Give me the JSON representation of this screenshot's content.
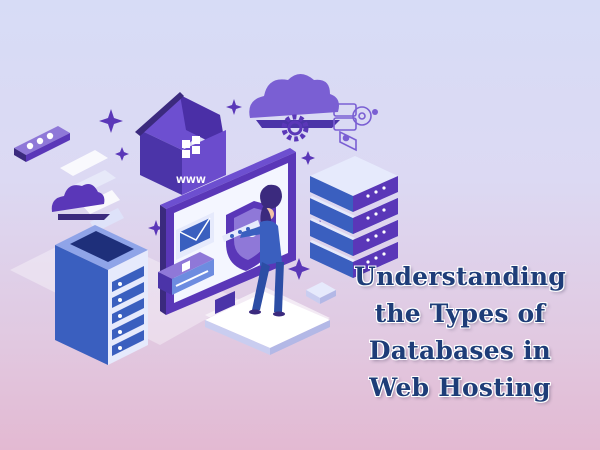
{
  "headline": {
    "line1": "Understanding",
    "line2": "the Types of",
    "line3": "Databases in",
    "line4": "Web Hosting"
  },
  "house_label": "WWW",
  "colors": {
    "primary_purple": "#5a37b8",
    "light_purple": "#8f78d8",
    "blue": "#3a5fbf",
    "light_blue": "#6d8ce0",
    "headline_text": "#1e3d78"
  },
  "icons": [
    "house-icon",
    "cloud-icon",
    "gear-icon",
    "server-rack-icon",
    "monitor-icon",
    "shield-icon",
    "envelope-icon",
    "person-illustration",
    "database-gear-icon"
  ]
}
